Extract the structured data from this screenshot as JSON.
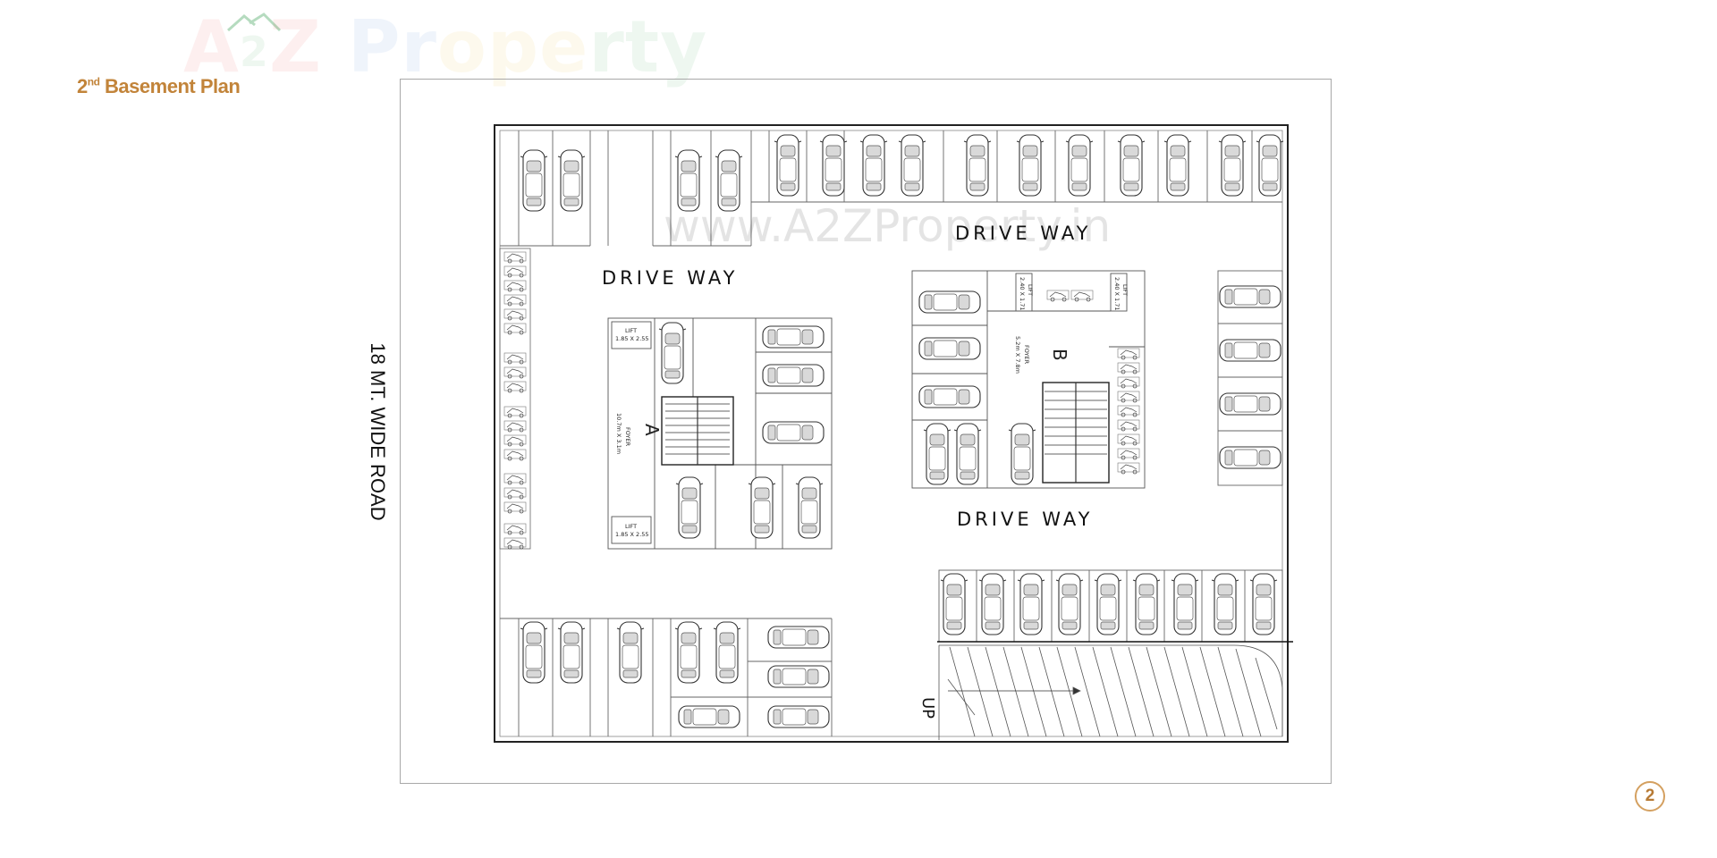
{
  "brand": {
    "logo_letters": [
      "A",
      "2",
      "Z",
      " ",
      "P",
      "r",
      "o",
      "p",
      "e",
      "r",
      "t",
      "y"
    ],
    "logo_colors": [
      "#e53e3e",
      "#2f9a4b",
      "#e53e3e",
      "#ffffff",
      "#3b7dd8",
      "#3b7dd8",
      "#e8b923",
      "#e8b923",
      "#e8b923",
      "#2f9a4b",
      "#2f9a4b",
      "#2f9a4b"
    ],
    "accent_color": "#c2843a"
  },
  "title": {
    "ordinal": "2",
    "suffix": "nd",
    "text": "Basement Plan"
  },
  "watermark": "www.A2ZProperty.in",
  "plan": {
    "road": "18 MT. WIDE ROAD",
    "driveway_labels": [
      "DRIVE WAY",
      "DRIVE WAY",
      "DRIVE WAY"
    ],
    "ramp_label": "UP",
    "core_a": {
      "letter": "A",
      "foyer": "FOYER",
      "foyer_size": "10.7m X 3.1m",
      "lift_label": "LIFT",
      "lift_size": "1.85 X 2.55"
    },
    "core_b": {
      "letter": "B",
      "foyer": "FOYER",
      "foyer_size": "5.2m X 7.8m",
      "lift_label": "LIFT",
      "lift_size": "2.40 X 1.71"
    }
  },
  "page_number": "2"
}
